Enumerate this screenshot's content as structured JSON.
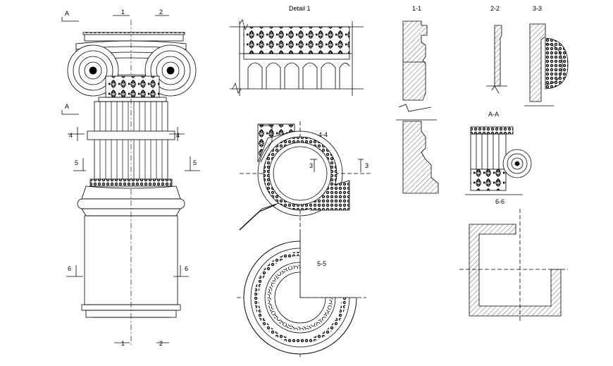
{
  "drawing": {
    "titles": {
      "detail1": "Detail 1",
      "s11": "1-1",
      "s22": "2-2",
      "s33": "3-3",
      "sAA": "A-A",
      "s44": "4-4",
      "s55": "5-5",
      "s66": "6-6"
    },
    "markers": {
      "A_top": "A",
      "A_mid": "A",
      "one_top": "1",
      "two_top": "2",
      "one_bottom": "1",
      "two_bottom": "2",
      "four_left": "4",
      "four_right": "4",
      "five_left": "5",
      "five_right": "5",
      "six_left": "6",
      "six_right": "6",
      "three_a": "3",
      "three_b": "3"
    }
  }
}
